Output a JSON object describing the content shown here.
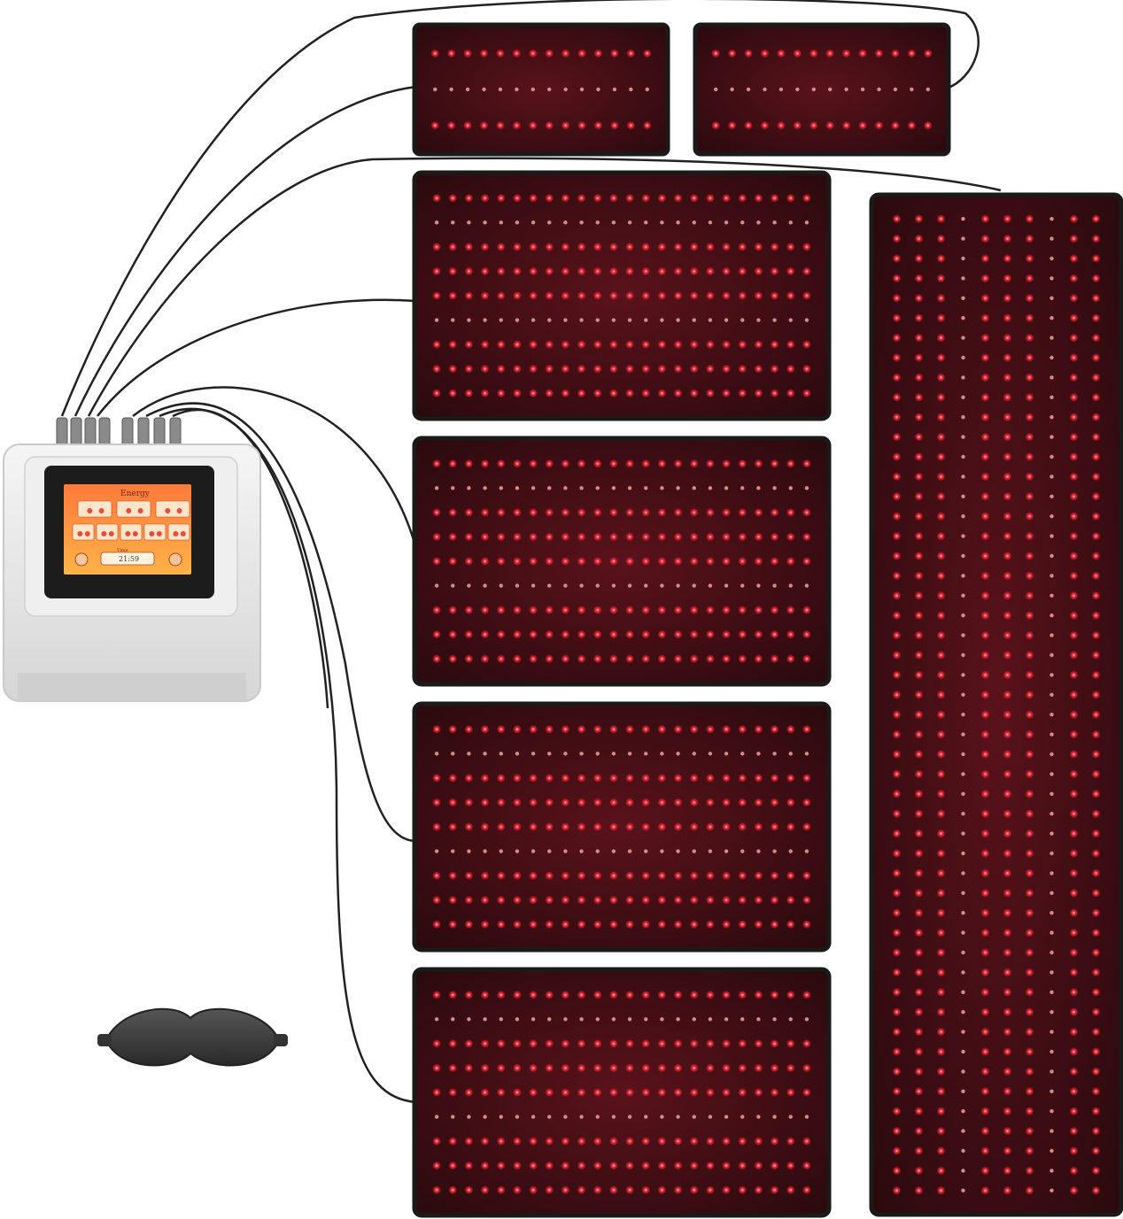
{
  "product": {
    "controller": {
      "screen": {
        "title": "Energy",
        "timer_label": "Time",
        "timer_value": "21:59",
        "channel_count": 8
      },
      "port_count": 8
    },
    "pads": [
      {
        "name": "small-pad-1",
        "led_rows": 3,
        "led_cols": 14
      },
      {
        "name": "small-pad-2",
        "led_rows": 3,
        "led_cols": 14
      },
      {
        "name": "large-pad-1",
        "led_rows": 9,
        "led_cols": 24
      },
      {
        "name": "large-pad-2",
        "led_rows": 9,
        "led_cols": 24
      },
      {
        "name": "large-pad-3",
        "led_rows": 9,
        "led_cols": 24
      },
      {
        "name": "large-pad-4",
        "led_rows": 9,
        "led_cols": 24
      },
      {
        "name": "long-pad",
        "led_rows": 50,
        "led_cols": 10
      }
    ],
    "accessories": [
      "eye-mask"
    ]
  },
  "colors": {
    "led": "#ff2a3a",
    "led_glow": "#c8102e",
    "pad_body": "#3a0e12",
    "pad_border": "#1a1a1a",
    "cable": "#222222",
    "device_body": "#e9e9e9",
    "screen_bg": "#f6a13a"
  }
}
